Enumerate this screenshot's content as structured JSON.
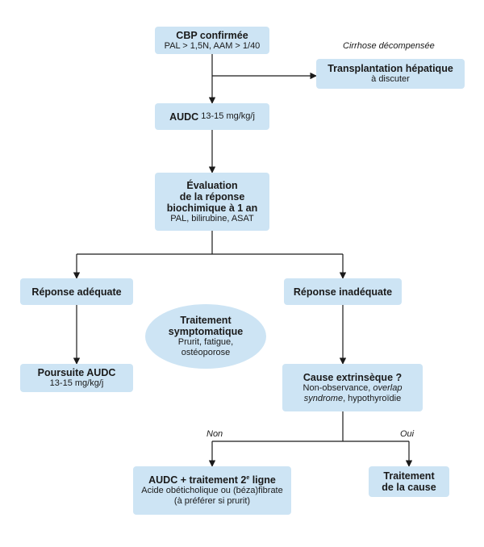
{
  "nodes": {
    "cbp": {
      "title": "CBP confirmée",
      "sub": "PAL > 1,5N, AAM > 1/40"
    },
    "transplant": {
      "title": "Transplantation hépatique",
      "sub": "à discuter"
    },
    "audc": {
      "title": "AUDC",
      "dose": "13-15 mg/kg/j"
    },
    "evaluation": {
      "line1": "Évaluation",
      "line2": "de la réponse",
      "line3": "biochimique à 1 an",
      "sub": "PAL, bilirubine, ASAT"
    },
    "adequate": {
      "title": "Réponse adéquate"
    },
    "inadequate": {
      "title": "Réponse inadéquate"
    },
    "symptomatic": {
      "line1": "Traitement",
      "line2": "symptomatique",
      "sub1": "Prurit, fatigue,",
      "sub2": "ostéoporose"
    },
    "poursuite": {
      "title": "Poursuite AUDC",
      "sub": "13-15 mg/kg/j"
    },
    "cause": {
      "title": "Cause extrinsèque ?",
      "sub1a": "Non-observance, ",
      "sub1b": "overlap",
      "sub2a": "syndrome",
      "sub2b": ", hypothyroïdie"
    },
    "second_line": {
      "title_a": "AUDC + traitement 2",
      "title_sup": "e",
      "title_b": " ligne",
      "sub1": "Acide obéticholique ou (béza)fibrate",
      "sub2": "(à préférer si prurit)"
    },
    "treat_cause": {
      "line1": "Traitement",
      "line2": "de la cause"
    }
  },
  "labels": {
    "cirrhosis": "Cirrhose décompensée",
    "non": "Non",
    "oui": "Oui"
  },
  "colors": {
    "box_fill": "#cde4f4",
    "line": "#1a1a1a"
  }
}
